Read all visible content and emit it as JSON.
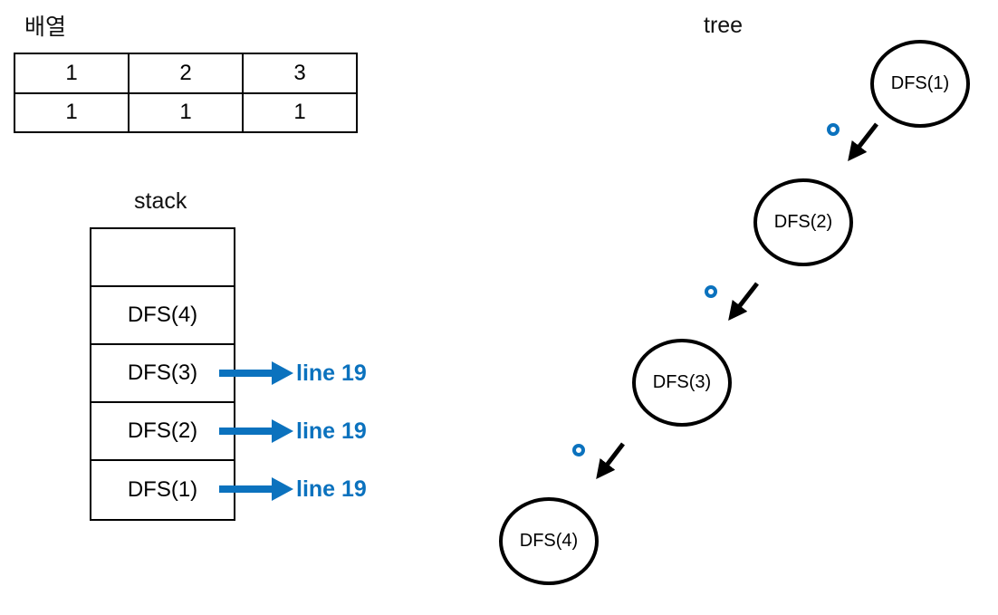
{
  "colors": {
    "accent_blue": "#0B72BE",
    "stroke_black": "#000000"
  },
  "array_section": {
    "title": "배열",
    "rows": [
      [
        "1",
        "2",
        "3"
      ],
      [
        "1",
        "1",
        "1"
      ]
    ]
  },
  "stack_section": {
    "title": "stack",
    "cells": [
      {
        "label": ""
      },
      {
        "label": "DFS(4)"
      },
      {
        "label": "DFS(3)",
        "annotation": "line 19"
      },
      {
        "label": "DFS(2)",
        "annotation": "line 19"
      },
      {
        "label": "DFS(1)",
        "annotation": "line 19"
      }
    ]
  },
  "tree_section": {
    "title": "tree",
    "nodes": [
      {
        "label": "DFS(1)"
      },
      {
        "label": "DFS(2)"
      },
      {
        "label": "DFS(3)"
      },
      {
        "label": "DFS(4)"
      }
    ]
  }
}
